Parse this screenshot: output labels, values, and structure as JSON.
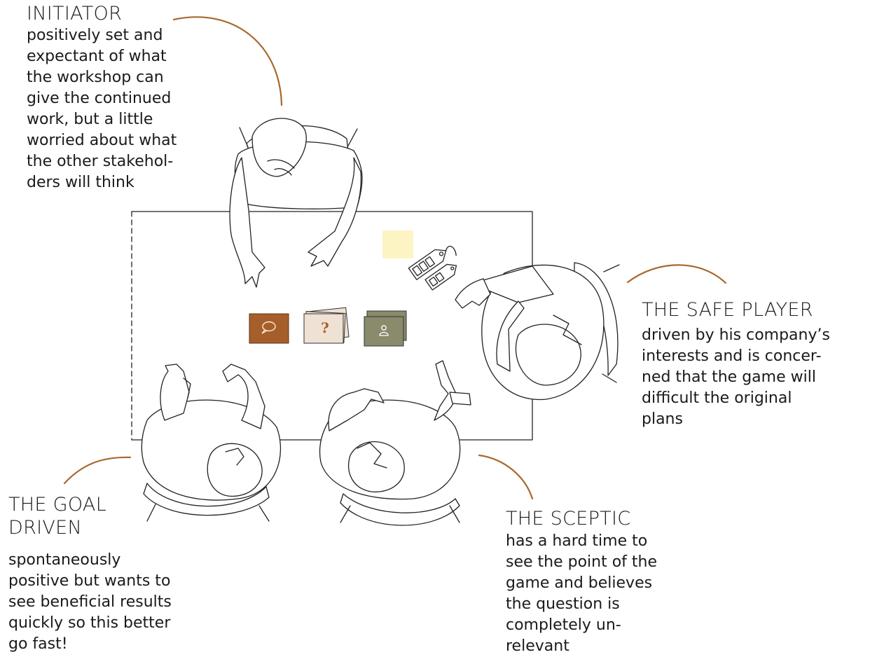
{
  "colors": {
    "accent_arc": "#a8682e",
    "card_brown": "#a65f2a",
    "card_beige": "#efe1d3",
    "card_olive": "#8a8a6c",
    "sticky_note": "#fdf4c4"
  },
  "roles": {
    "initiator": {
      "title": "INITIATOR",
      "description": "positively set and\nexpectant of what\nthe workshop can\ngive the continued\nwork, but a little\nworried about what\nthe other stakehol-\nders will think"
    },
    "safe_player": {
      "title": "THE SAFE PLAYER",
      "description": "driven by his company’s\ninterests and is concer-\nned that the game will\ndifficult the original\nplans"
    },
    "goal_driven": {
      "title": "THE GOAL\nDRIVEN",
      "description": "spontaneously\npositive but wants to\nsee beneficial results\nquickly so this better\ngo fast!"
    },
    "sceptic": {
      "title": "THE SCEPTIC",
      "description": "has a hard time to\nsee the point of the\ngame and believes\nthe question is\ncompletely un-\nrelevant"
    }
  },
  "table_items": {
    "question_card_symbol": "?",
    "icons": [
      "speech-bubble-icon",
      "person-icon",
      "tag-icon"
    ]
  }
}
